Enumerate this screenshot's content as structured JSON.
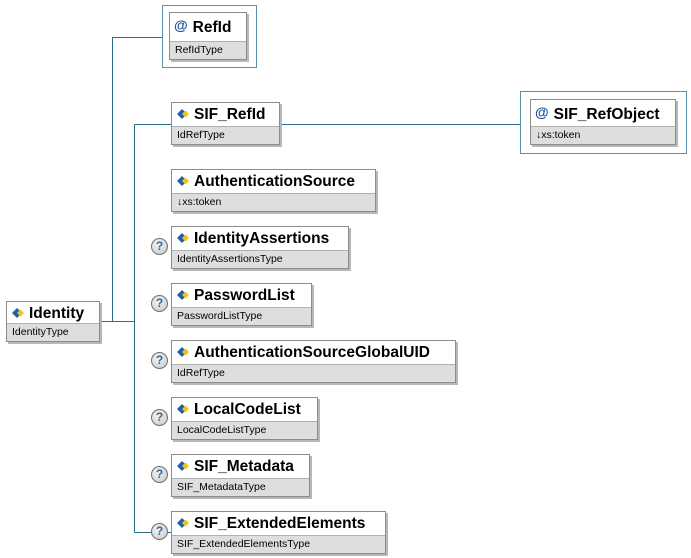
{
  "root": {
    "name": "Identity",
    "type": "IdentityType"
  },
  "attribute": {
    "name": "RefId",
    "type": "RefIdType"
  },
  "elements": [
    {
      "name": "SIF_RefId",
      "type": "IdRefType",
      "optional": false
    },
    {
      "name": "AuthenticationSource",
      "type": "↓xs:token",
      "optional": false
    },
    {
      "name": "IdentityAssertions",
      "type": "IdentityAssertionsType",
      "optional": true
    },
    {
      "name": "PasswordList",
      "type": "PasswordListType",
      "optional": true
    },
    {
      "name": "AuthenticationSourceGlobalUID",
      "type": "IdRefType",
      "optional": true
    },
    {
      "name": "LocalCodeList",
      "type": "LocalCodeListType",
      "optional": true
    },
    {
      "name": "SIF_Metadata",
      "type": "SIF_MetadataType",
      "optional": true
    },
    {
      "name": "SIF_ExtendedElements",
      "type": "SIF_ExtendedElementsType",
      "optional": true
    }
  ],
  "ref_attribute": {
    "name": "SIF_RefObject",
    "type": "↓xs:token"
  },
  "optional_marker": "?",
  "attribute_marker": "@",
  "colors": {
    "connector": "#2a6a8a",
    "attribute_frame": "#5b8fb0",
    "type_band": "#dedede",
    "optional_icon": "#2d6aa0",
    "element_icon_blue": "#1f5fb0",
    "element_icon_yellow": "#f2c21b"
  }
}
